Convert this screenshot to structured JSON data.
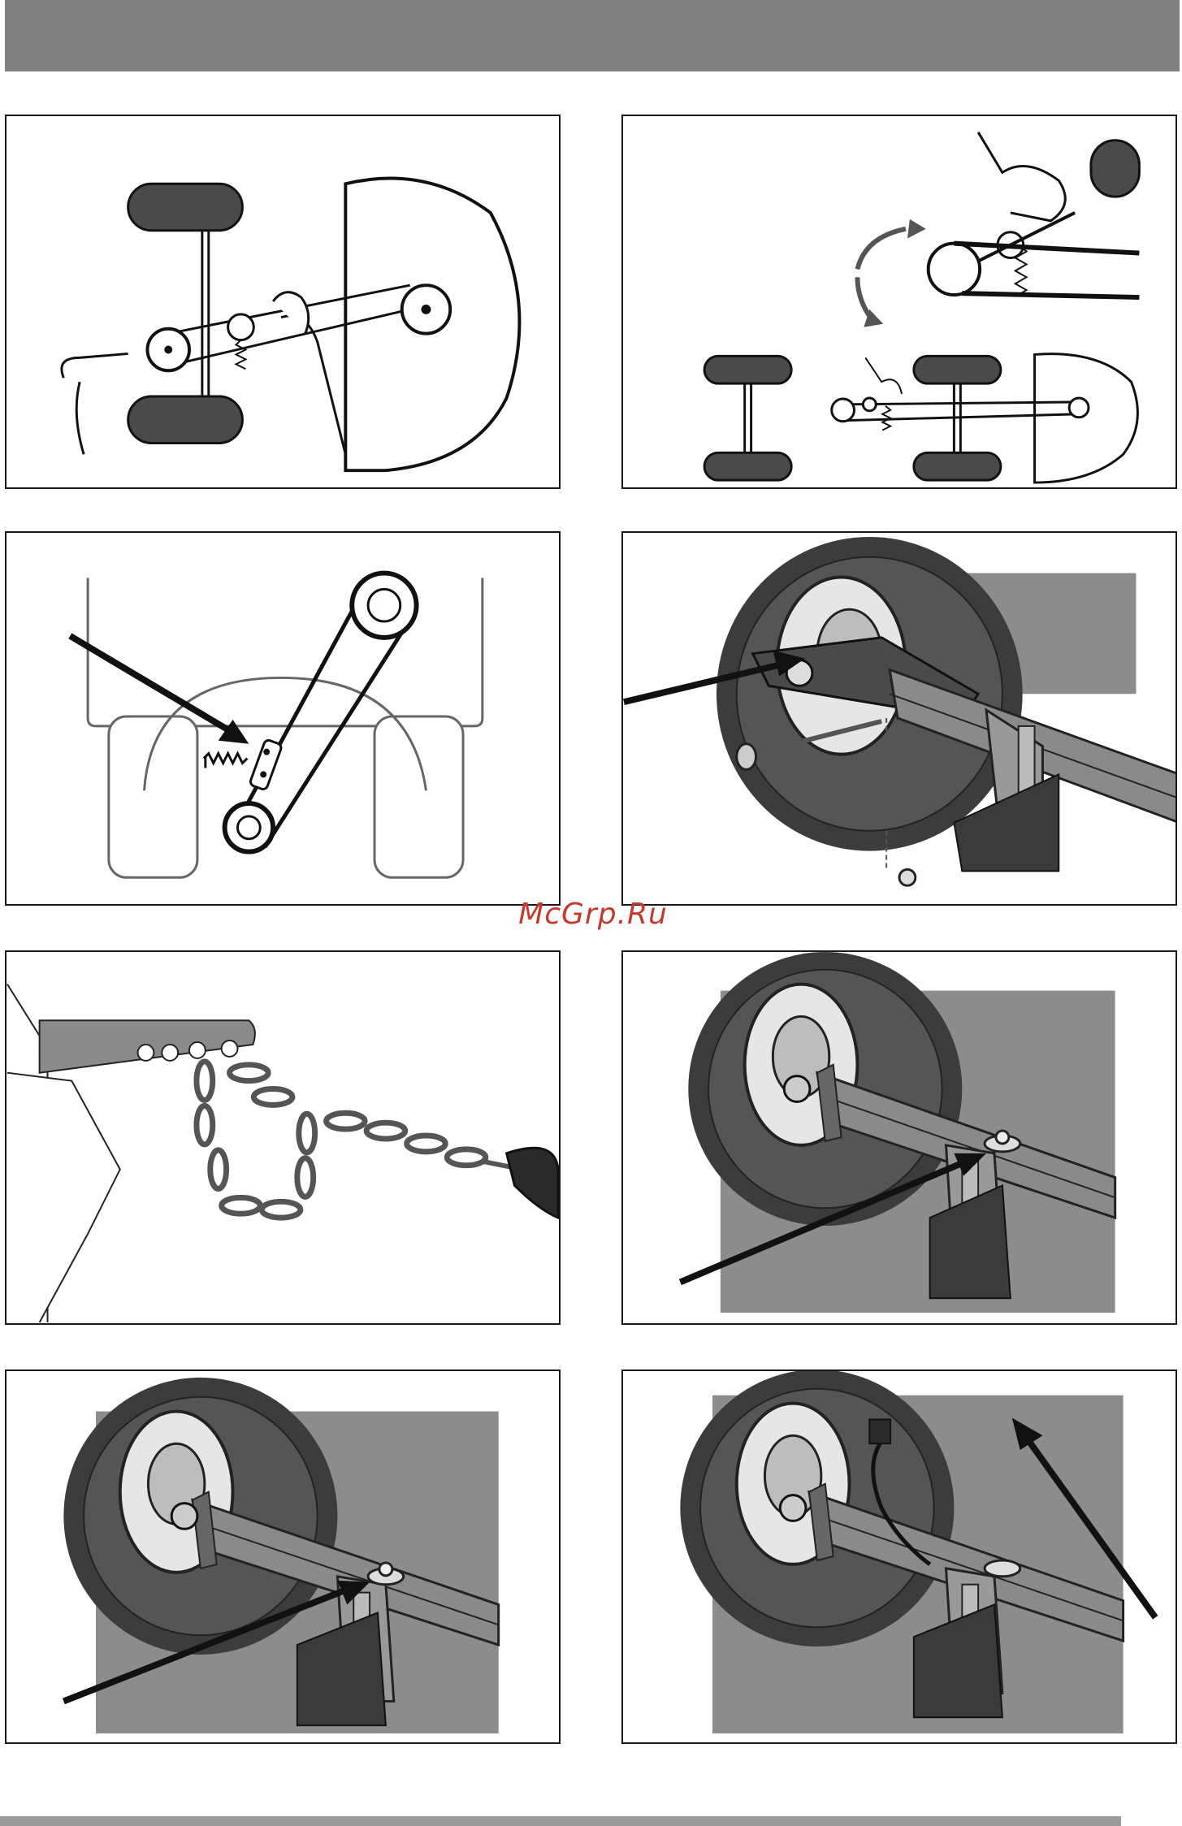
{
  "watermark": {
    "text": "McGrp.Ru"
  },
  "colors": {
    "header": "#808080",
    "footer": "#9a9a9a",
    "watermark": "#c23b2e",
    "tire": "#4a4a4a",
    "metal": "#8c8c8c",
    "arrow": "#111111"
  },
  "figures": [
    {
      "id": "fig-1",
      "icon": "belt-tension-hands-icon"
    },
    {
      "id": "fig-2",
      "icon": "belt-idler-rotate-icon"
    },
    {
      "id": "fig-3",
      "icon": "belt-routing-spring-icon"
    },
    {
      "id": "fig-4",
      "icon": "wheel-bracket-bolt-icon"
    },
    {
      "id": "fig-5",
      "icon": "safety-chain-hitch-icon"
    },
    {
      "id": "fig-6",
      "icon": "wheel-pin-clip-icon"
    },
    {
      "id": "fig-7",
      "icon": "wheel-pin-clip-icon"
    },
    {
      "id": "fig-8",
      "icon": "wheel-cable-connector-icon"
    }
  ]
}
